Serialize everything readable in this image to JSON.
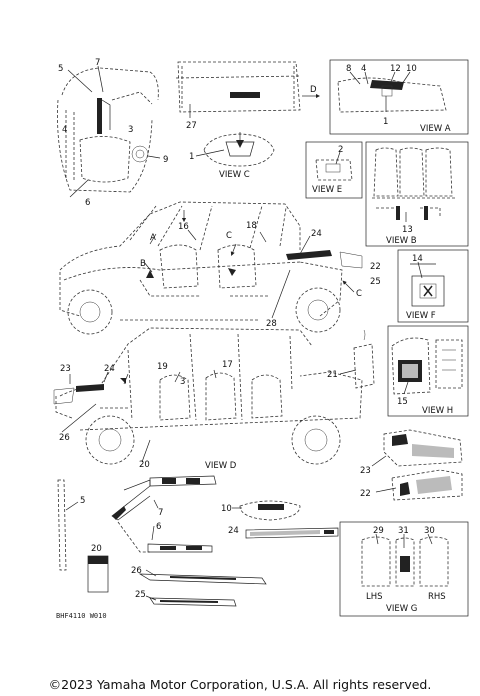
{
  "part_labels": {
    "p1": "1",
    "p2": "2",
    "p3": "3",
    "p4": "4",
    "p5": "5",
    "p6": "6",
    "p7": "7",
    "p8": "8",
    "p9": "9",
    "p10": "10",
    "p12": "12",
    "p13": "13",
    "p14": "14",
    "p15": "15",
    "p16": "16",
    "p17": "17",
    "p18": "18",
    "p19": "19",
    "p20": "20",
    "p21": "21",
    "p22": "22",
    "p23": "23",
    "p24": "24",
    "p25": "25",
    "p26": "26",
    "p27": "27",
    "p28": "28",
    "p29": "29",
    "p30": "30",
    "p31": "31"
  },
  "arrow_labels": {
    "a": "A",
    "b": "B",
    "c": "C",
    "d": "D"
  },
  "views": {
    "view_a": "VIEW A",
    "view_b": "VIEW B",
    "view_c": "VIEW C",
    "view_d": "VIEW D",
    "view_e": "VIEW E",
    "view_f": "VIEW F",
    "view_g": "VIEW G",
    "view_h": "VIEW H"
  },
  "side_labels": {
    "lhs": "LHS",
    "rhs": "RHS"
  },
  "drawing_code": "BHF4110 W010",
  "copyright": "©2023 Yamaha Motor Corporation, U.S.A. All rights reserved."
}
